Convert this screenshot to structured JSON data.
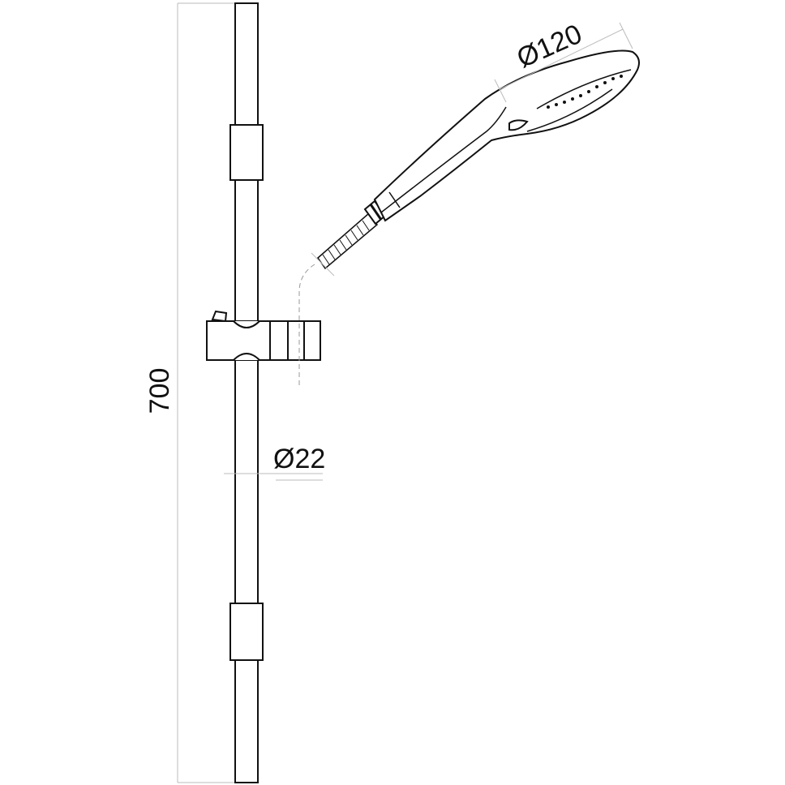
{
  "dimensions": {
    "height_label": "700",
    "rail_diameter_label": "Ø22",
    "head_diameter_label": "Ø120"
  }
}
